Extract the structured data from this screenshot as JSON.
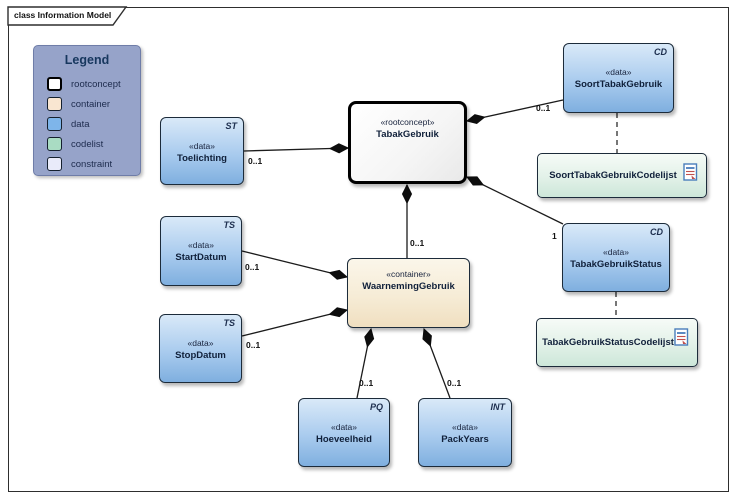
{
  "frame": {
    "title": "class Information Model"
  },
  "legend": {
    "title": "Legend",
    "items": [
      {
        "label": "rootconcept",
        "color": "#ffffff"
      },
      {
        "label": "container",
        "color": "#f9e6d1"
      },
      {
        "label": "data",
        "color": "#7eb5ea"
      },
      {
        "label": "codelist",
        "color": "#a9dcc3"
      },
      {
        "label": "constraint",
        "color": "#e9ebfa"
      }
    ]
  },
  "nodes": {
    "tabakgebruik": {
      "stereotype": "«rootconcept»",
      "name": "TabakGebruik"
    },
    "waarneminggebruik": {
      "stereotype": "«container»",
      "name": "WaarnemingGebruik"
    },
    "toelichting": {
      "stereotype": "«data»",
      "name": "Toelichting",
      "type": "ST"
    },
    "startdatum": {
      "stereotype": "«data»",
      "name": "StartDatum",
      "type": "TS"
    },
    "stopdatum": {
      "stereotype": "«data»",
      "name": "StopDatum",
      "type": "TS"
    },
    "hoeveelheid": {
      "stereotype": "«data»",
      "name": "Hoeveelheid",
      "type": "PQ"
    },
    "packyears": {
      "stereotype": "«data»",
      "name": "PackYears",
      "type": "INT"
    },
    "soorttabakgebruik": {
      "stereotype": "«data»",
      "name": "SoortTabakGebruik",
      "type": "CD"
    },
    "tabakgebruikstatus": {
      "stereotype": "«data»",
      "name": "TabakGebruikStatus",
      "type": "CD"
    },
    "soortcodelijst": {
      "name": "SoortTabakGebruikCodelijst"
    },
    "statuscodelijst": {
      "name": "TabakGebruikStatusCodelijst"
    }
  },
  "multiplicities": {
    "toelichting": "0..1",
    "startdatum": "0..1",
    "stopdatum": "0..1",
    "waarneminggebruik": "0..1",
    "hoeveelheid": "0..1",
    "packyears": "0..1",
    "soorttabakgebruik": "0..1",
    "tabakgebruikstatus": "1"
  },
  "colors": {
    "data_fill": "#7fafdf",
    "container_fill": "#f0dfc0",
    "codelist_fill": "#cde7d9",
    "rootconcept_fill": "#ffffff",
    "constraint_fill": "#e9ebfa",
    "legend_bg": "#96a3c9",
    "edge": "#1b1b1b",
    "text": "#16233f"
  }
}
